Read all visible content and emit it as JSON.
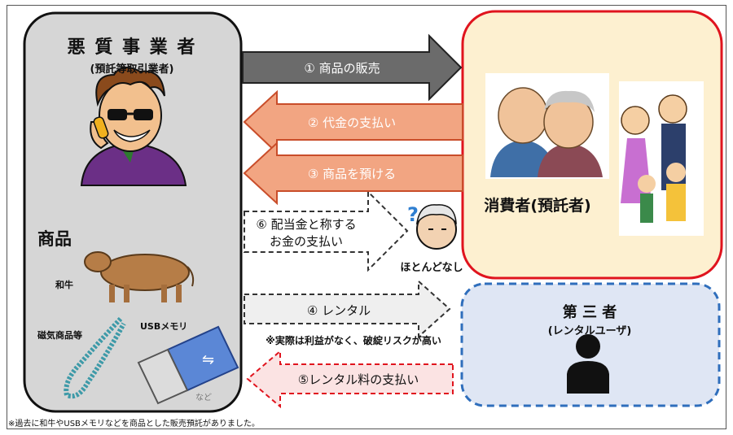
{
  "seller": {
    "title": "悪 質 事 業 者",
    "subtitle": "(預託等取引業者)",
    "products_label": "商品",
    "items": {
      "cow": "和牛",
      "magnet": "磁気商品等",
      "usb": "USBメモリ",
      "etc": "など"
    }
  },
  "consumer": {
    "label": "消費者(預託者)"
  },
  "third_party": {
    "title": "第 三 者",
    "subtitle": "(レンタルユーザ)"
  },
  "flows": {
    "step1": "① 商品の販売",
    "step2": "② 代金の支払い",
    "step3": "③ 商品を預ける",
    "step6_line1": "⑥ 配当金と称する",
    "step6_line2": "お金の支払い",
    "step4": "④ レンタル",
    "step5": "⑤レンタル料の支払い"
  },
  "notes": {
    "hardly": "ほとんどなし",
    "reality": "※実際は利益がなく、破綻リスクが高い",
    "footnote": "※過去に和牛やUSBメモリなどを商品とした販売預託がありました。"
  },
  "colors": {
    "seller_bg": "#d6d6d6",
    "consumer_bg": "#fdf0d0",
    "consumer_border": "#e0141e",
    "third_bg": "#dfe6f4",
    "third_border": "#2f6ebc",
    "sale_arrow": "#6b6b6b",
    "payment_arrow": "#f2a582",
    "rental_fee_arrow": "#fbe3e3"
  }
}
